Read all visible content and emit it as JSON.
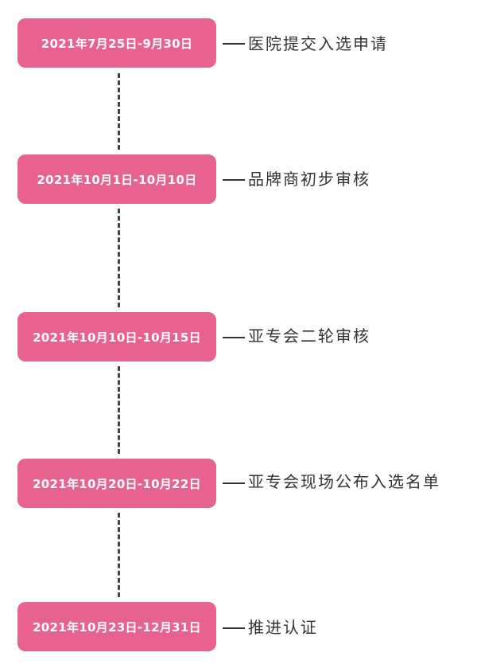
{
  "colors": {
    "box": "#e8628f",
    "label": "#333333"
  },
  "steps": [
    {
      "date": "2021年7月25日-9月30日",
      "label": "医院提交入选申请"
    },
    {
      "date": "2021年10月1日-10月10日",
      "label": "品牌商初步审核"
    },
    {
      "date": "2021年10月10日-10月15日",
      "label": "亚专会二轮审核"
    },
    {
      "date": "2021年10月20日-10月22日",
      "label": "亚专会现场公布入选名单"
    },
    {
      "date": "2021年10月23日-12月31日",
      "label": "推进认证"
    }
  ]
}
